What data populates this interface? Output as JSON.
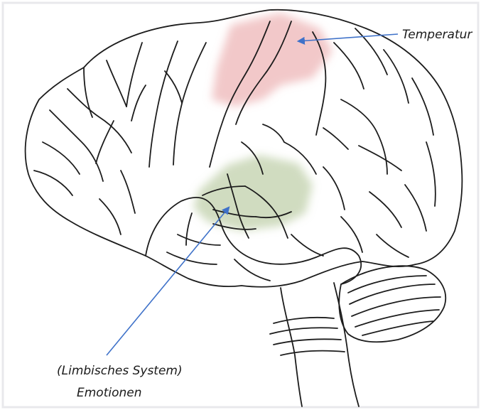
{
  "diagram": {
    "labels": {
      "temperature": "Temperatur",
      "limbic_system": "(Limbisches System)",
      "emotions": "Emotionen"
    },
    "colors": {
      "background": "#ffffff",
      "paper_edge": "#e9e9ec",
      "outline": "#1c1c1c",
      "temperature_region": "#e79a9d",
      "emotion_region": "#a9c08c",
      "arrow": "#3f72c9",
      "text": "#1a1a1a"
    }
  }
}
